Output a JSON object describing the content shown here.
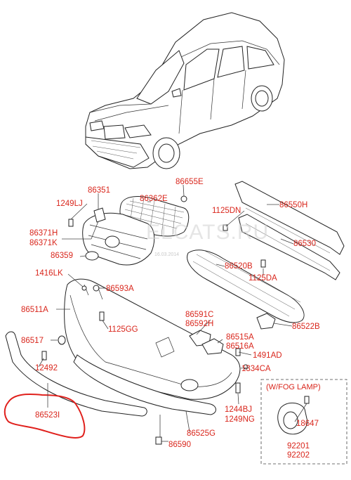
{
  "watermark": {
    "text": "ELCATS.RU",
    "date": "16.03.2014"
  },
  "fog_box_title": "(W/FOG LAMP)",
  "labels": {
    "p86655E": "86655E",
    "p86351": "86351",
    "p86362E": "86362E",
    "p1249LJ": "1249LJ",
    "p1125DN": "1125DN",
    "p86550H": "86550H",
    "p86371H": "86371H",
    "p86371K": "86371K",
    "p86530": "86530",
    "p86359": "86359",
    "p86520B": "86520B",
    "p1125DA": "1125DA",
    "p1416LK": "1416LK",
    "p86593A": "86593A",
    "p86511A": "86511A",
    "p86591C": "86591C",
    "p86592H": "86592H",
    "p86522B": "86522B",
    "p1125GG": "1125GG",
    "p86515A": "86515A",
    "p86516A": "86516A",
    "p86517": "86517",
    "p1491AD": "1491AD",
    "p12492": "12492",
    "p1334CA": "1334CA",
    "p86523I": "86523I",
    "p1244BJ": "1244BJ",
    "p1249NG": "1249NG",
    "p18647": "18647",
    "p86525G": "86525G",
    "p92201": "92201",
    "p92202": "92202",
    "p86590": "86590"
  },
  "highlight": {
    "part": "86523I",
    "color": "#e0201c"
  },
  "colors": {
    "label": "#d9261c",
    "line": "#222222"
  }
}
